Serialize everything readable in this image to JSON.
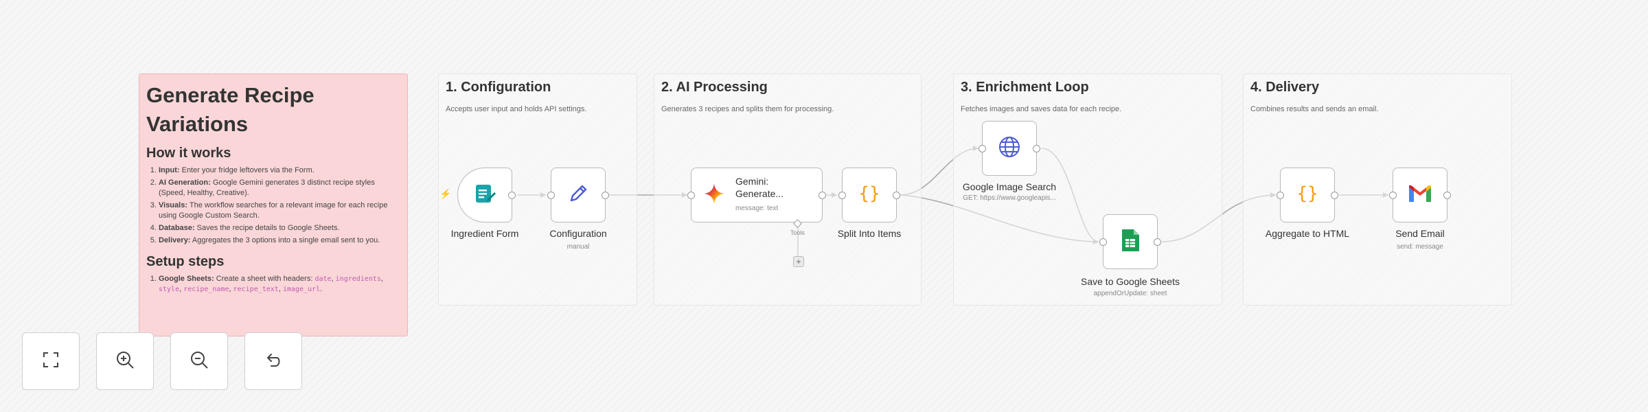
{
  "sticky": {
    "title": "Generate Recipe Variations",
    "how_title": "How it works",
    "how_items": [
      {
        "label": "Input:",
        "text": " Enter your fridge leftovers via the Form."
      },
      {
        "label": "AI Generation:",
        "text": " Google Gemini generates 3 distinct recipe styles (Speed, Healthy, Creative)."
      },
      {
        "label": "Visuals:",
        "text": " The workflow searches for a relevant image for each recipe using Google Custom Search."
      },
      {
        "label": "Database:",
        "text": " Saves the recipe details to Google Sheets."
      },
      {
        "label": "Delivery:",
        "text": " Aggregates the 3 options into a single email sent to you."
      }
    ],
    "setup_title": "Setup steps",
    "setup_items": [
      {
        "label": "Google Sheets:",
        "text": " Create a sheet with headers: ",
        "codes": [
          "date",
          "ingredients",
          "style",
          "recipe_name",
          "recipe_text",
          "image_url"
        ]
      }
    ]
  },
  "groups": [
    {
      "title": "1. Configuration",
      "desc": "Accepts user input and holds API settings."
    },
    {
      "title": "2. AI Processing",
      "desc": "Generates 3 recipes and splits them for processing."
    },
    {
      "title": "3. Enrichment Loop",
      "desc": "Fetches images and saves data for each recipe."
    },
    {
      "title": "4. Delivery",
      "desc": "Combines results and sends an email."
    }
  ],
  "nodes": {
    "ingredient_form": {
      "label": "Ingredient Form"
    },
    "configuration": {
      "label": "Configuration",
      "sub": "manual"
    },
    "gemini": {
      "label": "Gemini: Generate...",
      "line1": "Gemini:",
      "line2": "Generate...",
      "sub": "message: text",
      "tools_label": "Tools"
    },
    "split": {
      "label": "Split Into Items"
    },
    "image_search": {
      "label": "Google Image Search",
      "sub": "GET: https://www.googleapis..."
    },
    "save_sheets": {
      "label": "Save to Google Sheets",
      "sub": "appendOrUpdate: sheet"
    },
    "aggregate": {
      "label": "Aggregate to HTML"
    },
    "send_email": {
      "label": "Send Email",
      "sub": "send: message"
    }
  },
  "controls": [
    {
      "name": "fit-view-button",
      "icon": "fit-view-icon"
    },
    {
      "name": "zoom-in-button",
      "icon": "zoom-in-icon"
    },
    {
      "name": "zoom-out-button",
      "icon": "zoom-out-icon"
    },
    {
      "name": "reset-zoom-button",
      "icon": "undo-icon"
    }
  ],
  "colors": {
    "sticky_bg": "#fad6d8",
    "orange_accent": "#f39c12",
    "teal_form": "#1aa3a8",
    "blue_edit": "#4a5bd4",
    "sheets_green": "#1e9e55",
    "bolt_red": "#e8574f"
  }
}
